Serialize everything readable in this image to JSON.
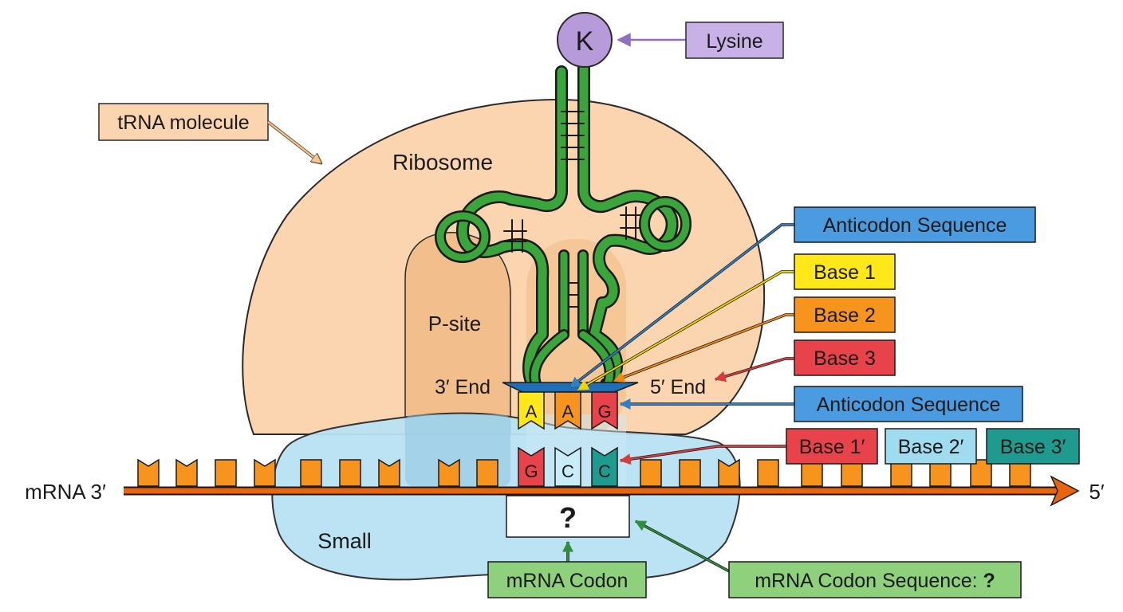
{
  "labels": {
    "lysine": "Lysine",
    "amino_acid_letter": "K",
    "trna_molecule": "tRNA molecule",
    "ribosome": "Ribosome",
    "p_site": "P-site",
    "small_subunit": "Small",
    "three_prime_end": "3′ End",
    "five_prime_end": "5′ End",
    "anticodon_sequence_top": "Anticodon Sequence",
    "anticodon_sequence_mid": "Anticodon Sequence",
    "base1": "Base 1",
    "base2": "Base 2",
    "base3": "Base 3",
    "base1_prime": "Base 1′",
    "base2_prime": "Base 2′",
    "base3_prime": "Base 3′",
    "mrna_left": "mRNA 3′",
    "mrna_right": "5′",
    "mrna_codon": "mRNA Codon",
    "mrna_codon_sequence": "mRNA Codon Sequence: ",
    "mrna_codon_sequence_q": "?",
    "question_mark": "?"
  },
  "anticodon_bases": [
    "A",
    "A",
    "G"
  ],
  "codon_bases": [
    "G",
    "C",
    "C"
  ],
  "colors": {
    "ribosome": "#fbd5b0",
    "psite": "#f2bf8c",
    "small_subunit": "#b9e2f3",
    "trna": "#3aa53a",
    "lysine": "#b79ad9",
    "mrna": "#e8640f",
    "nucleotide": "#f7941d",
    "anticodon_blue": "#3d8fd6",
    "base1": "#ffe81a",
    "base2": "#f7941d",
    "base3": "#e8424a",
    "base2_prime": "#9fdcf0",
    "base3_prime": "#1e9a8e",
    "codon_label": "#8ed07c"
  }
}
